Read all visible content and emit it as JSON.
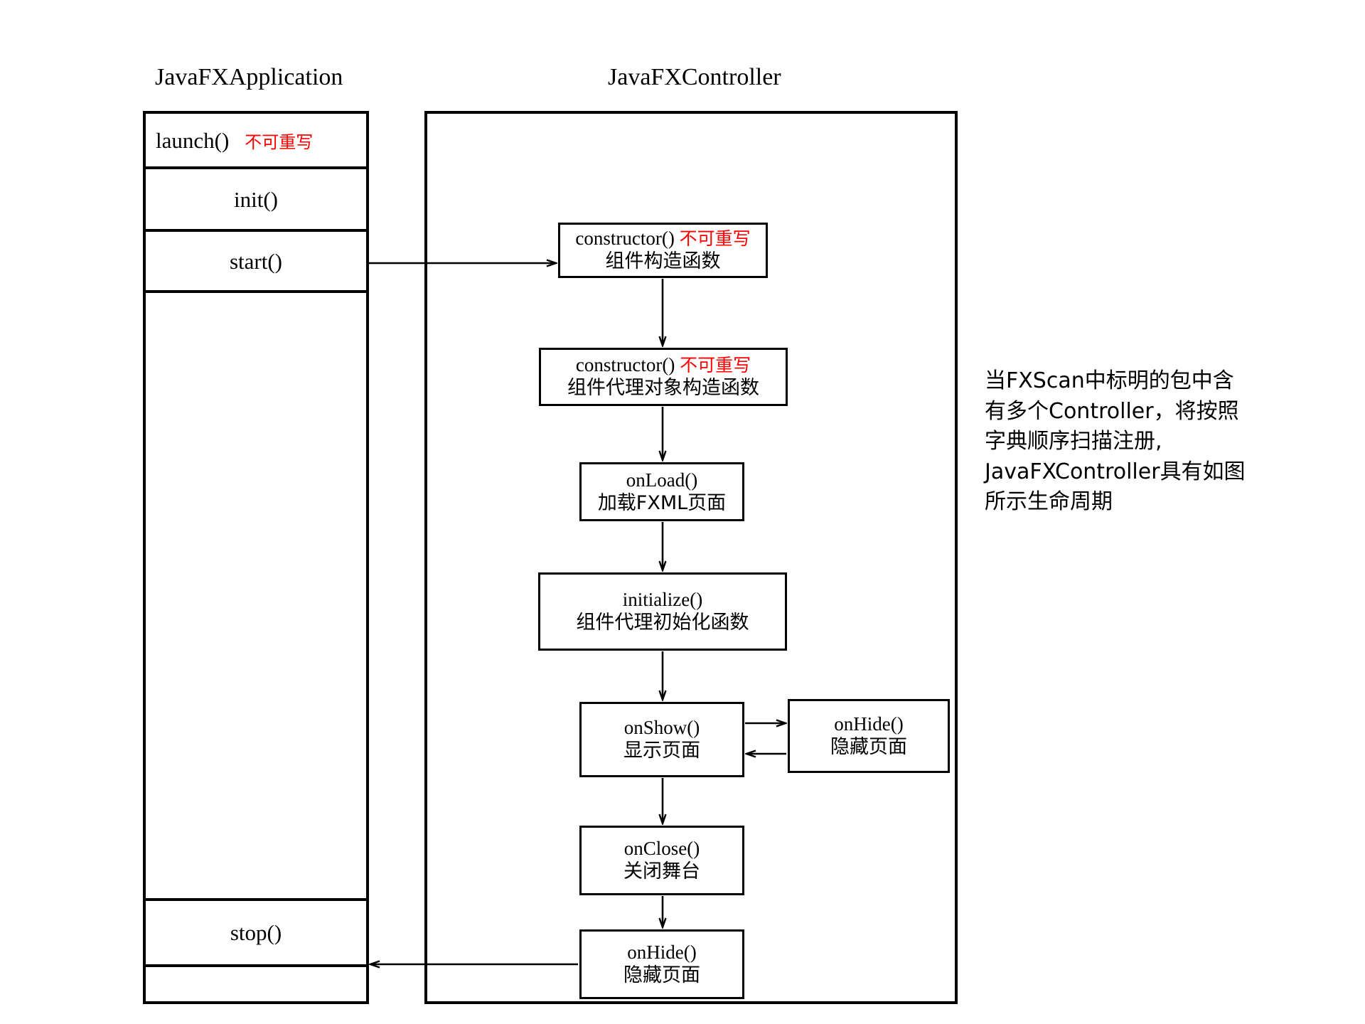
{
  "headers": {
    "application": "JavaFXApplication",
    "controller": "JavaFXController"
  },
  "colors": {
    "stroke": "#000000",
    "note_red": "#ff0000",
    "background": "#ffffff"
  },
  "application_lifecycle": {
    "rows": [
      {
        "label": "launch()",
        "note": "不可重写"
      },
      {
        "label": "init()",
        "note": ""
      },
      {
        "label": "start()",
        "note": ""
      },
      {
        "label": "stop()",
        "note": ""
      }
    ]
  },
  "controller_lifecycle": {
    "boxes": [
      {
        "id": "constructor1",
        "title": "constructor()",
        "note": "不可重写",
        "subtitle": "组件构造函数"
      },
      {
        "id": "constructor2",
        "title": "constructor()",
        "note": "不可重写",
        "subtitle": "组件代理对象构造函数"
      },
      {
        "id": "onload",
        "title": "onLoad()",
        "note": "",
        "subtitle": "加载FXML页面"
      },
      {
        "id": "initialize",
        "title": "initialize()",
        "note": "",
        "subtitle": "组件代理初始化函数"
      },
      {
        "id": "onshow",
        "title": "onShow()",
        "note": "",
        "subtitle": "显示页面"
      },
      {
        "id": "onhide_side",
        "title": "onHide()",
        "note": "",
        "subtitle": "隐藏页面"
      },
      {
        "id": "onclose",
        "title": "onClose()",
        "note": "",
        "subtitle": "关闭舞台"
      },
      {
        "id": "onhide_bot",
        "title": "onHide()",
        "note": "",
        "subtitle": "隐藏页面"
      }
    ]
  },
  "annotation": {
    "lines": [
      "当FXScan中标明的包中含",
      "有多个Controller，将按照",
      "字典顺序扫描注册,",
      "JavaFXController具有如图",
      "所示生命周期"
    ]
  }
}
